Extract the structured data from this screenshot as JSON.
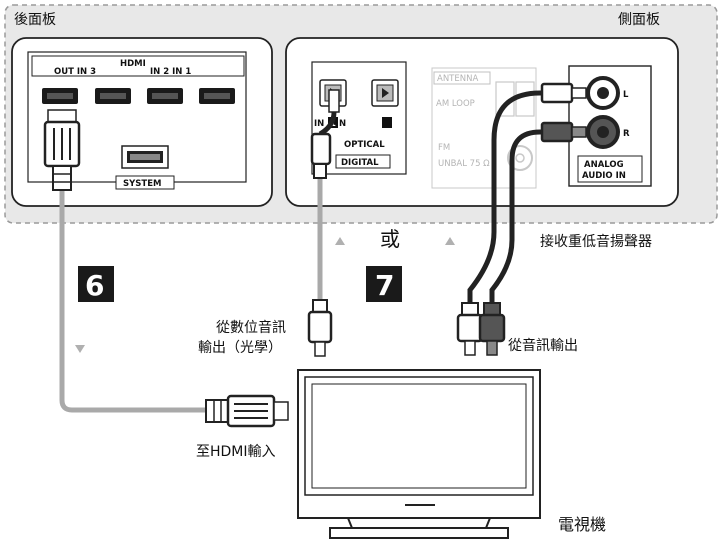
{
  "panels": {
    "rear_label": "後面板",
    "side_label": "側面板"
  },
  "rear_panel": {
    "hdmi_label": "HDMI",
    "out_label": "OUT IN 3",
    "in_label": "IN 2 IN 1",
    "system_label": "SYSTEM"
  },
  "optical_block": {
    "in1_prefix": "IN",
    "in1_num": "1",
    "in1_suffix": "N",
    "optical_label": "OPTICAL",
    "digital_label": "DIGITAL"
  },
  "antenna_block": {
    "antenna_label": "ANTENNA",
    "am_loop_label": "AM LOOP",
    "fm_label": "FM",
    "unbal_label": "UNBAL 75 Ω"
  },
  "analog_block": {
    "l_label": "L",
    "r_label": "R",
    "analog_label": "ANALOG",
    "audio_in_label": "AUDIO IN"
  },
  "labels": {
    "or": "或",
    "receiver": "接收重低音揚聲器",
    "step6": "6",
    "step7": "7",
    "optical_out_line1": "從數位音訊",
    "optical_out_line2": "輸出（光學）",
    "audio_out": "從音訊輸出",
    "hdmi_in": "至HDMI輸入",
    "tv": "電視機"
  },
  "colors": {
    "panel_fill": "#e8e8e8",
    "step_badge": "#1a1a1a",
    "cable_gray": "#a9a9a9",
    "faded": "#b4b4b4"
  }
}
